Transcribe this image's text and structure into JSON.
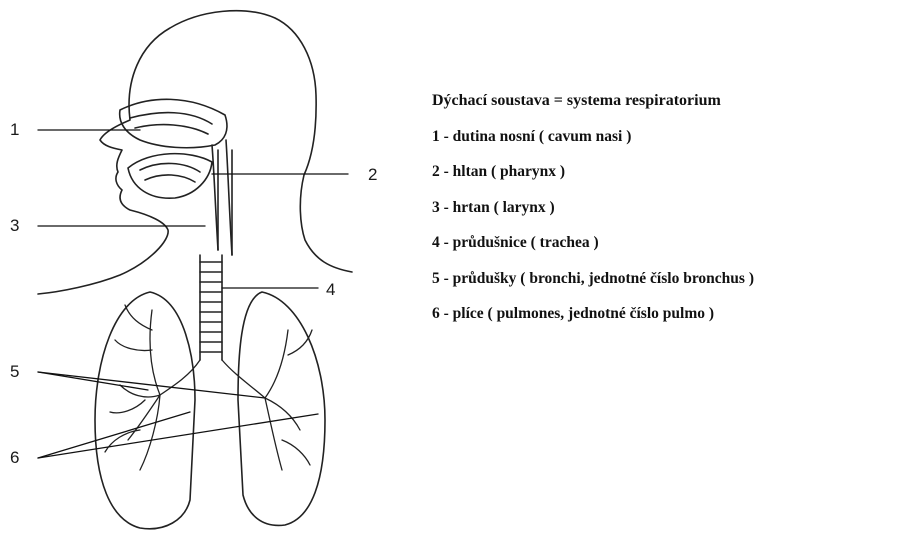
{
  "diagram": {
    "labels": [
      "1",
      "2",
      "3",
      "4",
      "5",
      "6"
    ]
  },
  "legend": {
    "title": "Dýchací soustava = systema respiratorium",
    "items": [
      "1 - dutina nosní ( cavum nasi )",
      "2 - hltan ( pharynx )",
      "3 - hrtan ( larynx )",
      "4 - průdušnice ( trachea )",
      "5 - průdušky ( bronchi, jednotné číslo bronchus )",
      "6 - plíce ( pulmones, jednotné číslo pulmo )"
    ]
  }
}
